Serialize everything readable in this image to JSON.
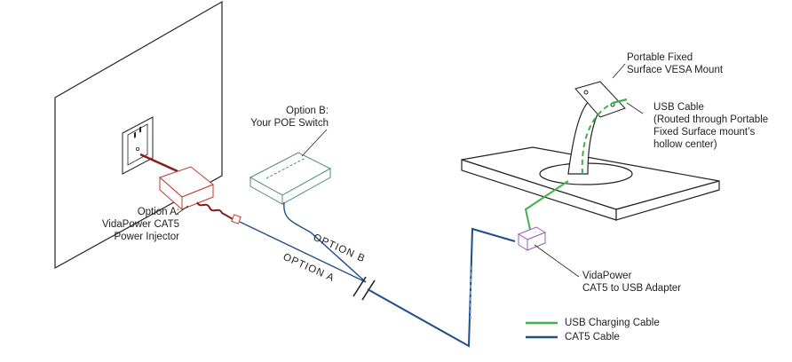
{
  "labels": {
    "option_a": {
      "line1": "Option A:",
      "line2": "VidaPower CAT5",
      "line3": "Power Injector"
    },
    "option_b": {
      "line1": "Option B:",
      "line2": "Your POE Switch"
    },
    "mount": {
      "line1": "Portable Fixed",
      "line2": "Surface VESA Mount"
    },
    "usb_cable": {
      "line1": "USB Cable",
      "line2": "(Routed through Portable",
      "line3": "Fixed Surface mount’s",
      "line4": "hollow center)"
    },
    "adapter": {
      "line1": "VidaPower",
      "line2": "CAT5 to USB Adapter"
    },
    "route_a": "OPTION A",
    "route_b": "OPTION B"
  },
  "legend": [
    {
      "label": "USB Charging Cable",
      "color": "#3cb34a"
    },
    {
      "label": "CAT5 Cable",
      "color": "#1f4e8c"
    }
  ],
  "colors": {
    "injector": "#c0392b",
    "injector_cable": "#8b1a1a",
    "poe_switch": "#4a8a7a",
    "cat5": "#1f4e8c",
    "usb": "#3cb34a",
    "adapter": "#9b59b6",
    "line_art": "#222222"
  }
}
